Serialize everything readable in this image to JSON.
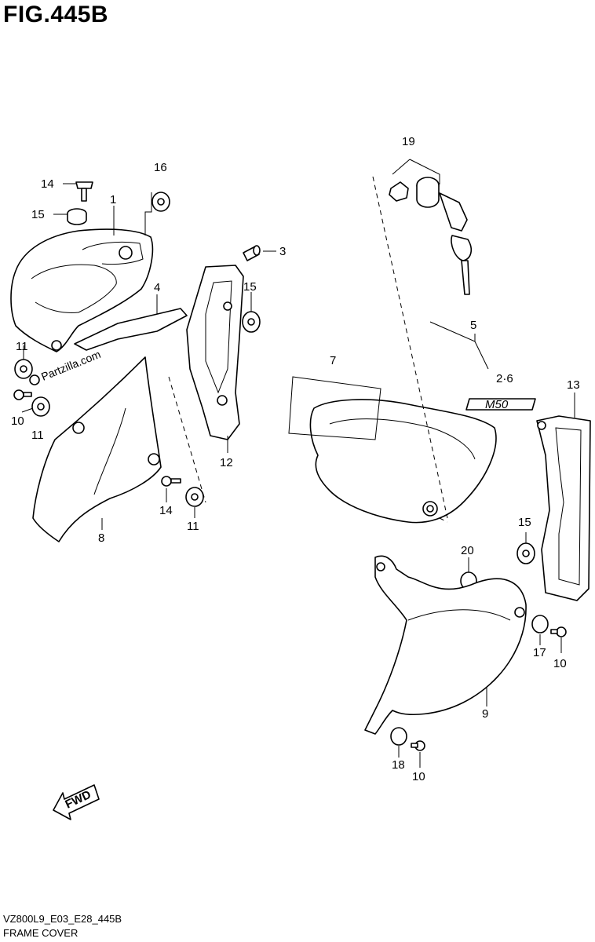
{
  "title": "FIG.445B",
  "code": "VZ800L9_E03_E28_445B",
  "caption": "FRAME COVER",
  "watermark": "Partzilla.com",
  "emblem_text": "M50",
  "fwd_text": "FWD",
  "callouts": {
    "c1": "1",
    "c2": "2",
    "c3": "3",
    "c4": "4",
    "c5": "5",
    "c6": "2·6",
    "c7": "7",
    "c8": "8",
    "c9": "9",
    "c10a": "10",
    "c10b": "10",
    "c10c": "10",
    "c11a": "11",
    "c11b": "11",
    "c11c": "11",
    "c12": "12",
    "c13": "13",
    "c14a": "14",
    "c14b": "14",
    "c15a": "15",
    "c15b": "15",
    "c15c": "15",
    "c16": "16",
    "c17": "17",
    "c18": "18",
    "c19": "19",
    "c20": "20"
  }
}
